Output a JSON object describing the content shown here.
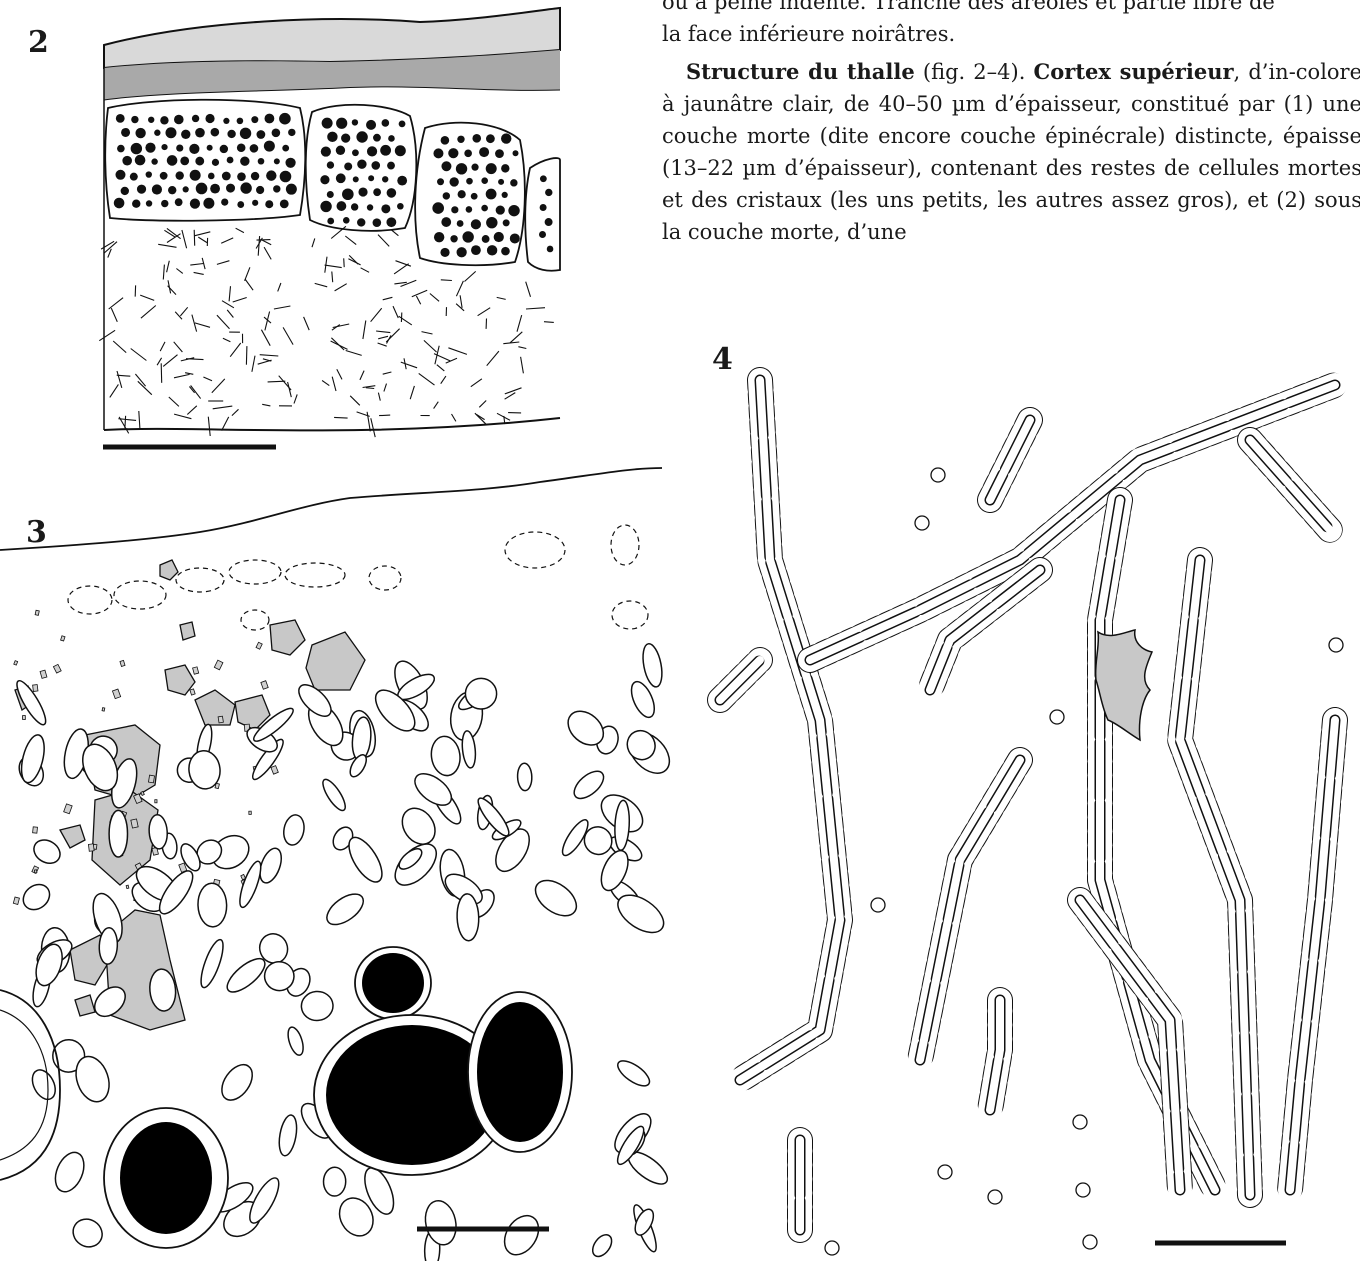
{
  "figures": {
    "fig2": {
      "number": "2"
    },
    "fig3": {
      "number": "3"
    },
    "fig4": {
      "number": "4"
    }
  },
  "text": {
    "line0": "ou à peine indente. Tranche des aréoles et partie libre de",
    "line1": "la face inférieure noirâtres.",
    "para2_bold1": "Structure du thalle",
    "para2_t1": " (fig. 2–4). ",
    "para2_bold2": "Cortex supérieur",
    "para2_t2": ", d’in-colore à jaunâtre clair, de 40–50 µm d’épaisseur, constitué par (1) une couche morte (dite encore couche épinécrale) distincte, épaisse (13–22 µm d’épaisseur), contenant des restes de cellules mortes et des cristaux (les uns petits, les autres assez gros), et (2) sous la couche morte, d’une"
  },
  "colors": {
    "ink": "#111111",
    "crystal_gray": "#c8c8c8",
    "cortex_light": "#d9d9d9",
    "cortex_mid": "#a9a9a9"
  }
}
